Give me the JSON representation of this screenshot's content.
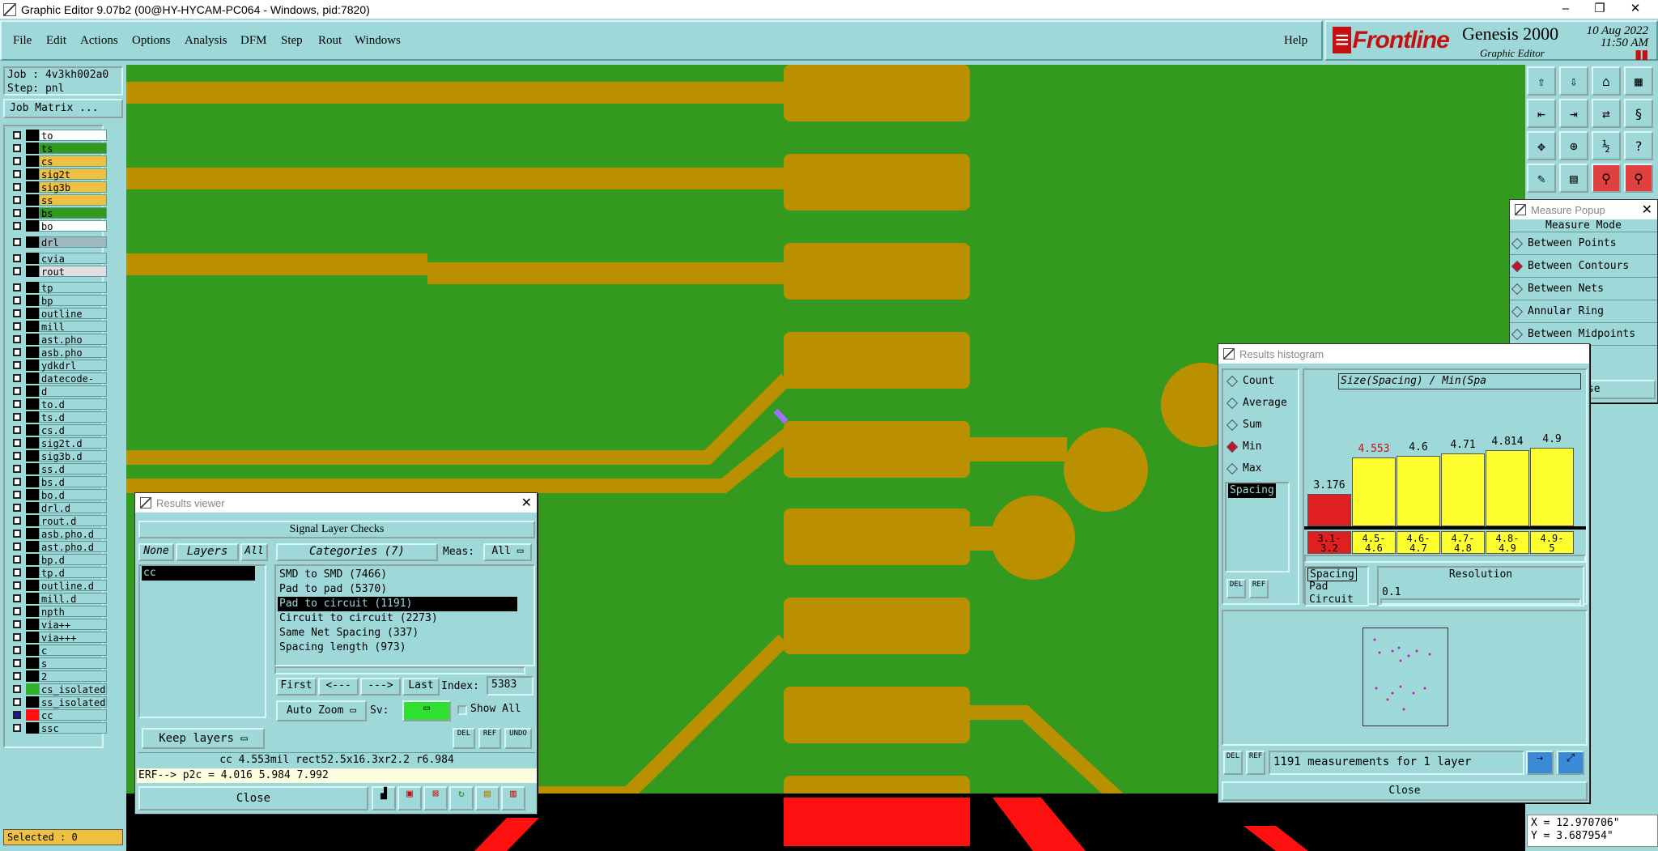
{
  "window": {
    "title": "Graphic Editor 9.07b2 (00@HY-HYCAM-PC064 - Windows, pid:7820)",
    "minimize": "–",
    "restore": "❐",
    "close": "✕"
  },
  "menu": [
    "File",
    "Edit",
    "Actions",
    "Options",
    "Analysis",
    "DFM",
    "Step",
    "Rout",
    "Windows"
  ],
  "help": "Help",
  "brand": {
    "logo": "Frontline",
    "product": "Genesis 2000",
    "subtitle": "Graphic Editor",
    "date": "10 Aug 2022",
    "time": "11:50 AM"
  },
  "job": {
    "job_line": "Job : 4v3kh002a0",
    "step_line": "Step: pnl",
    "matrix_button": "Job Matrix ..."
  },
  "layers": [
    {
      "name": "to",
      "color": "#ffffff"
    },
    {
      "name": "ts",
      "color": "#33991f"
    },
    {
      "name": "cs",
      "color": "#f0c040"
    },
    {
      "name": "sig2t",
      "color": "#f0c040"
    },
    {
      "name": "sig3b",
      "color": "#f0c040"
    },
    {
      "name": "ss",
      "color": "#f0c040"
    },
    {
      "name": "bs",
      "color": "#33991f"
    },
    {
      "name": "bo",
      "color": "#ffffff"
    },
    {
      "name": "drl",
      "color": "#a0b8c0"
    },
    {
      "name": "cvia",
      "color": "#9ed8d8"
    },
    {
      "name": "rout",
      "color": "#e0e0e0"
    },
    {
      "name": "tp",
      "color": "#9ed8d8"
    },
    {
      "name": "bp",
      "color": "#9ed8d8"
    },
    {
      "name": "outline",
      "color": "#9ed8d8"
    },
    {
      "name": "mill",
      "color": "#9ed8d8"
    },
    {
      "name": "ast.pho",
      "color": "#9ed8d8"
    },
    {
      "name": "asb.pho",
      "color": "#9ed8d8"
    },
    {
      "name": "ydkdrl",
      "color": "#9ed8d8"
    },
    {
      "name": "datecode-pto",
      "color": "#9ed8d8"
    },
    {
      "name": "d",
      "color": "#9ed8d8"
    },
    {
      "name": "to.d",
      "color": "#9ed8d8"
    },
    {
      "name": "ts.d",
      "color": "#9ed8d8"
    },
    {
      "name": "cs.d",
      "color": "#9ed8d8"
    },
    {
      "name": "sig2t.d",
      "color": "#9ed8d8"
    },
    {
      "name": "sig3b.d",
      "color": "#9ed8d8"
    },
    {
      "name": "ss.d",
      "color": "#9ed8d8"
    },
    {
      "name": "bs.d",
      "color": "#9ed8d8"
    },
    {
      "name": "bo.d",
      "color": "#9ed8d8"
    },
    {
      "name": "drl.d",
      "color": "#9ed8d8"
    },
    {
      "name": "rout.d",
      "color": "#9ed8d8"
    },
    {
      "name": "asb.pho.d",
      "color": "#9ed8d8"
    },
    {
      "name": "ast.pho.d",
      "color": "#9ed8d8"
    },
    {
      "name": "bp.d",
      "color": "#9ed8d8"
    },
    {
      "name": "tp.d",
      "color": "#9ed8d8"
    },
    {
      "name": "outline.d",
      "color": "#9ed8d8"
    },
    {
      "name": "mill.d",
      "color": "#9ed8d8"
    },
    {
      "name": "npth",
      "color": "#9ed8d8"
    },
    {
      "name": "via++",
      "color": "#9ed8d8"
    },
    {
      "name": "via+++",
      "color": "#9ed8d8"
    },
    {
      "name": "c",
      "color": "#9ed8d8"
    },
    {
      "name": "s",
      "color": "#9ed8d8"
    },
    {
      "name": "2",
      "color": "#9ed8d8"
    },
    {
      "name": "cs_isolated",
      "color": "#9ed8d8"
    },
    {
      "name": "ss_isolated",
      "color": "#9ed8d8"
    },
    {
      "name": "cc",
      "color": "#9ed8d8"
    },
    {
      "name": "ssc",
      "color": "#9ed8d8"
    }
  ],
  "selected": "Selected : 0",
  "coords": {
    "x": "X = 12.970706\"",
    "y": "Y = 3.687954\""
  },
  "measure_popup": {
    "title": "Measure Popup",
    "header": "Measure Mode",
    "modes": [
      "Between Points",
      "Between Contours",
      "Between Nets",
      "Annular Ring",
      "Between Midpoints"
    ],
    "active_index": 1,
    "close": "Close"
  },
  "histogram": {
    "title": "Results histogram",
    "stats": [
      "Count",
      "Average",
      "Sum",
      "Min",
      "Max"
    ],
    "active_index": 3,
    "list": "Spacing",
    "chart_title": "Size(Spacing) / Min(Spa",
    "chart_data": {
      "type": "bar",
      "categories": [
        "3.1-3.2",
        "4.5-4.6",
        "4.6-4.7",
        "4.7-4.8",
        "4.8-4.9",
        "4.9-5"
      ],
      "values": [
        3.176,
        4.553,
        4.6,
        4.71,
        4.814,
        4.9
      ],
      "labels": [
        "3.176",
        "4.553",
        "4.6",
        "4.71",
        "4.814",
        "4.9"
      ],
      "colors": [
        "#e02020",
        "#ffff30",
        "#ffff30",
        "#ffff30",
        "#ffff30",
        "#ffff30"
      ],
      "ylim": [
        0,
        5
      ]
    },
    "bin_labels": [
      [
        "3.1-",
        "3.2"
      ],
      [
        "4.5-",
        "4.6"
      ],
      [
        "4.6-",
        "4.7"
      ],
      [
        "4.7-",
        "4.8"
      ],
      [
        "4.8-",
        "4.9"
      ],
      [
        "4.9-",
        "5"
      ]
    ],
    "props": [
      "Spacing",
      "Pad",
      "Circuit"
    ],
    "resolution_label": "Resolution",
    "resolution_value": "0.1",
    "summary": "1191 measurements for 1 layer",
    "del": "DEL",
    "ref": "REF",
    "close": "Close"
  },
  "results_viewer": {
    "title": "Results viewer",
    "header": "Signal Layer Checks",
    "none": "None",
    "layers": "Layers",
    "all": "All",
    "categories": "Categories (7)",
    "meas_label": "Meas:",
    "meas_value": "All",
    "layer_items": [
      "cc"
    ],
    "category_items": [
      "SMD to SMD (7466)",
      "Pad to pad (5370)",
      "Pad to circuit (1191)",
      "Circuit to circuit (2273)",
      "Same Net Spacing (337)",
      "Spacing length (973)"
    ],
    "selected_category": 2,
    "first": "First",
    "prev": "<---",
    "next": "--->",
    "last": "Last",
    "index_label": "Index:",
    "index_value": "5383",
    "auto_zoom": "Auto Zoom",
    "sv_label": "Sv:",
    "show_all": "Show All",
    "keep_layers": "Keep layers",
    "del": "DEL",
    "ref": "REF",
    "undo": "UNDO",
    "info": "cc 4.553mil  rect52.5x16.3xr2.2  r6.984",
    "erf": "ERF--> p2c = 4.016 5.984 7.992",
    "close": "Close"
  }
}
